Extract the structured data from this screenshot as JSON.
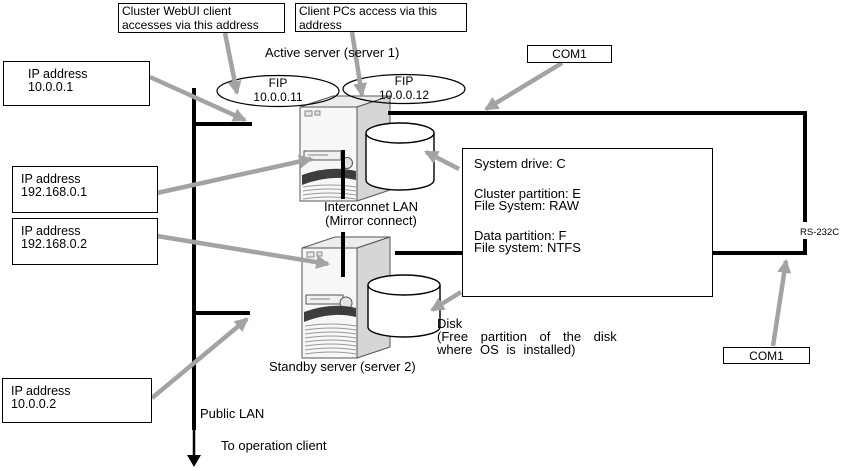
{
  "labels": {
    "active_server": "Active server (server 1)",
    "standby_server": "Standby server (server 2)",
    "interconnect_line1": "Interconnet LAN",
    "interconnect_line2": "(Mirror connect)",
    "public_lan": "Public LAN",
    "to_operation_client": "To operation client",
    "rs232c": "RS-232C",
    "com1_top": "COM1",
    "com1_bottom": "COM1"
  },
  "callouts": {
    "webui": {
      "lines": [
        "Cluster WebUI client",
        "accesses via this address"
      ]
    },
    "client_pcs": {
      "lines": [
        "Client PCs access via this",
        "address"
      ]
    }
  },
  "fips": [
    {
      "label": "FIP",
      "address": "10.0.0.11"
    },
    {
      "label": "FIP",
      "address": "10.0.0.12"
    }
  ],
  "ip_boxes": [
    {
      "lines": [
        "IP address",
        "10.0.0.1"
      ]
    },
    {
      "lines": [
        "IP address",
        "192.168.0.1"
      ]
    },
    {
      "lines": [
        "IP address",
        "192.168.0.2"
      ]
    },
    {
      "lines": [
        "IP address",
        "10.0.0.2"
      ]
    }
  ],
  "system_box": {
    "lines": [
      "System drive: C",
      "Cluster partition: E",
      "File System: RAW",
      "Data partition: F",
      "File system: NTFS"
    ]
  },
  "disk_label": {
    "lines": [
      "Disk",
      "(Free partition of the disk",
      "where OS is installed)"
    ]
  },
  "colors": {
    "arrow_gray": "#a3a3a3",
    "line_black": "#000000"
  }
}
